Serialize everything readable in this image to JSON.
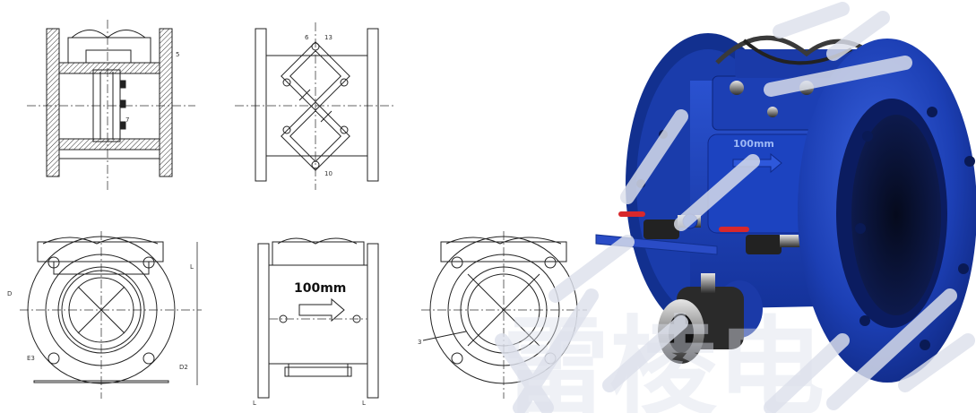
{
  "drawings": {
    "top_left_labels": [
      "5",
      "7"
    ],
    "top_middle_labels": [
      "6",
      "13",
      "10"
    ],
    "bottom_left_labels": [
      "D",
      "E3",
      "D2",
      "L"
    ],
    "bottom_middle_label": "100mm",
    "bottom_middle_dims": [
      "L",
      "L"
    ],
    "bottom_right_label": "3"
  },
  "photo": {
    "embossed_text": "100mm",
    "body_color": "#1b3fb0",
    "handle_color": "#d8282c"
  },
  "watermark": {
    "text": "雷棱电",
    "color": "#dde1ec"
  }
}
